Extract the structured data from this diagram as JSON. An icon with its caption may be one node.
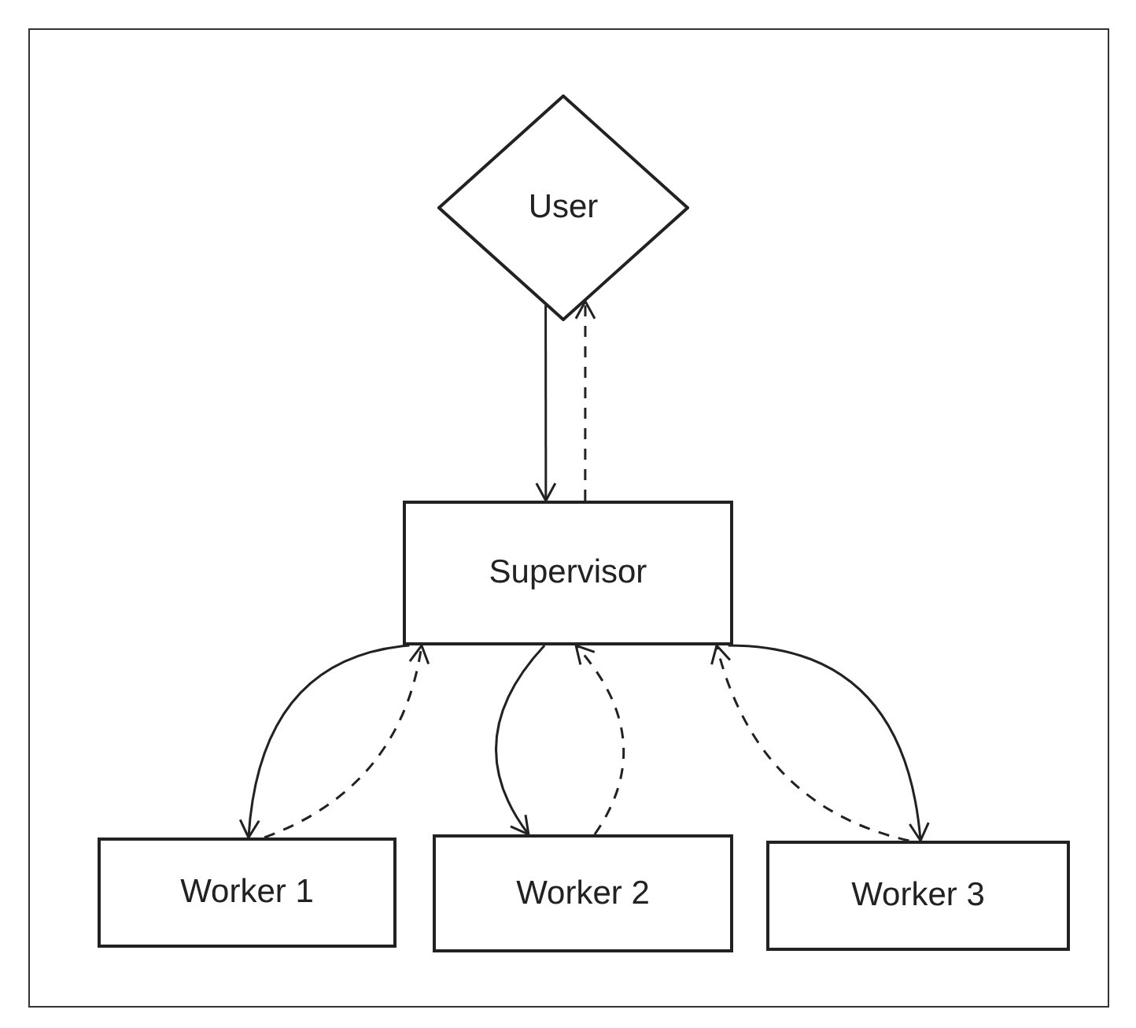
{
  "diagram": {
    "nodes": [
      {
        "text": [
          "User"
        ]
      },
      {
        "text": [
          "Supervisor"
        ]
      },
      {
        "text": [
          "Worker 1"
        ]
      },
      {
        "text": [
          "Worker 2"
        ]
      },
      {
        "text": [
          "Worker 3"
        ]
      }
    ],
    "edges": [
      {
        "from": 0,
        "to": 1,
        "arrow": "to"
      },
      {
        "from": 1,
        "to": 0,
        "arrow": "to",
        "style": "dashed"
      },
      {
        "from": 1,
        "to": 2,
        "arrow": "to"
      },
      {
        "from": 2,
        "to": 1,
        "arrow": "to",
        "style": "dashed"
      },
      {
        "from": 1,
        "to": 3,
        "arrow": "to"
      },
      {
        "from": 3,
        "to": 1,
        "arrow": "to",
        "style": "dashed"
      },
      {
        "from": 1,
        "to": 4,
        "arrow": "to"
      },
      {
        "from": 4,
        "to": 1,
        "arrow": "to",
        "style": "dashed"
      }
    ]
  }
}
